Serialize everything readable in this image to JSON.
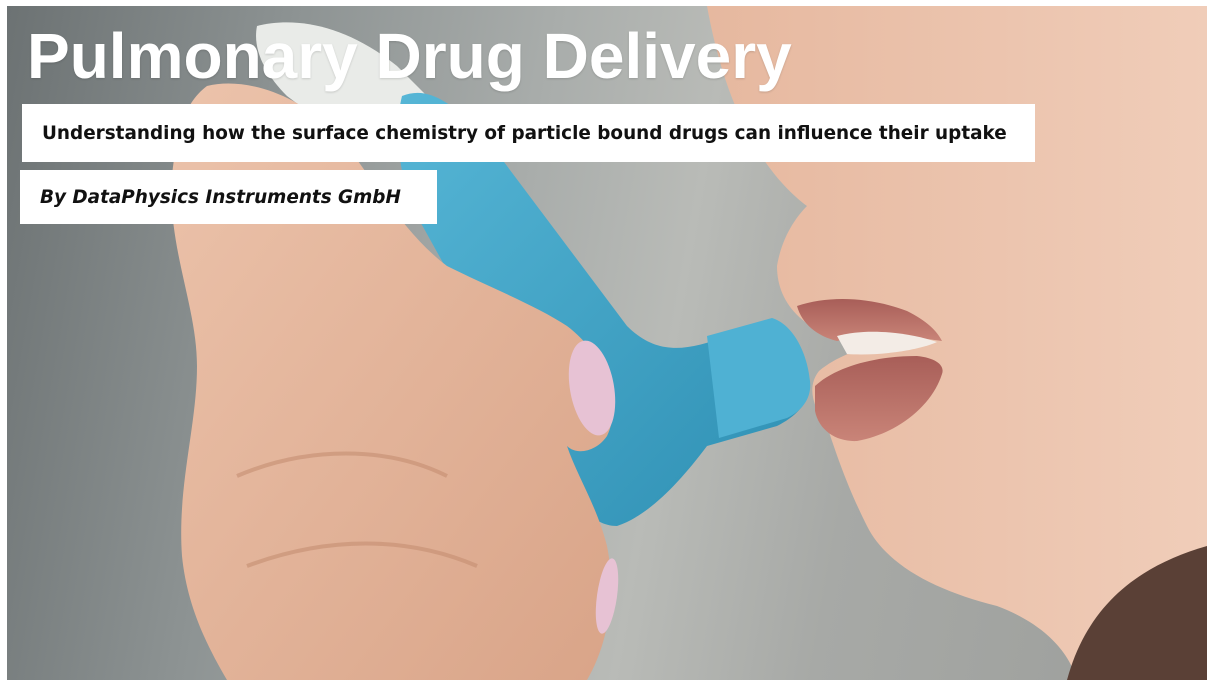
{
  "title": "Pulmonary Drug Delivery",
  "subtitle": "Understanding how the surface chemistry of particle bound drugs can influence their uptake",
  "byline": "By DataPhysics Instruments GmbH",
  "image": {
    "subject": "woman-using-inhaler",
    "colors": {
      "background": "#a0a4a2",
      "inhaler": "#3fa3c6",
      "skin": "#e2b39a",
      "lips": "#b56d66",
      "nails": "#e7c2d4"
    }
  }
}
